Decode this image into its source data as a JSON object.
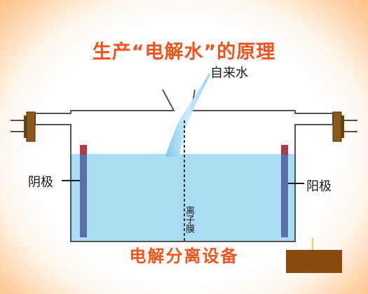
{
  "title": "生产“电解水”的原理",
  "caption": "电解分离设备",
  "labels": {
    "tap_water": "自来水",
    "cathode": "阴极",
    "anode": "阳极",
    "membrane": "离子膜"
  },
  "colors": {
    "title_text": "#f2541c",
    "water": "#a8dcf2",
    "electrode": "#5a6eaa",
    "electrode_cap": "#b23a48",
    "outline": "#555555",
    "flange": "#8a5a1a",
    "block": "#8b4a10"
  }
}
